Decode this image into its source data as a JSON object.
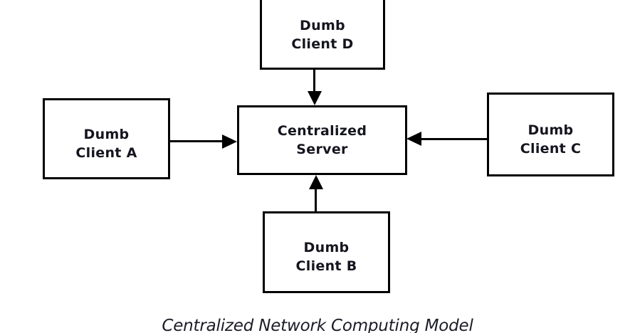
{
  "diagram": {
    "caption": "Centralized Network Computing Model",
    "nodes": [
      {
        "id": "dumb-client-d",
        "line1": "Dumb",
        "line2": "Client D"
      },
      {
        "id": "dumb-client-a",
        "line1": "Dumb",
        "line2": "Client A"
      },
      {
        "id": "centralized-server",
        "line1": "Centralized",
        "line2": "Server"
      },
      {
        "id": "dumb-client-c",
        "line1": "Dumb",
        "line2": "Client C"
      },
      {
        "id": "dumb-client-b",
        "line1": "Dumb",
        "line2": "Client B"
      }
    ],
    "edges": [
      {
        "from": "Dumb Client D",
        "to": "Centralized Server",
        "direction": "down"
      },
      {
        "from": "Dumb Client A",
        "to": "Centralized Server",
        "direction": "right"
      },
      {
        "from": "Dumb Client C",
        "to": "Centralized Server",
        "direction": "left"
      },
      {
        "from": "Dumb Client B",
        "to": "Centralized Server",
        "direction": "up"
      }
    ],
    "colors": {
      "border": "#000000",
      "text": "#15151f",
      "background": "#ffffff"
    }
  }
}
